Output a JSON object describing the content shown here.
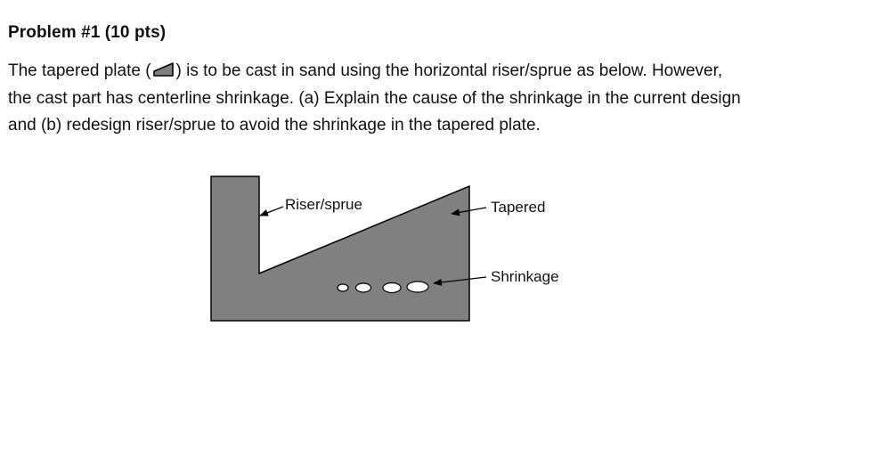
{
  "problem": {
    "title": "Problem #1 (10 pts)",
    "line1_before": "The tapered plate (",
    "line1_after": ") is to be cast in sand using the horizontal riser/sprue as below. However,",
    "line2": "the cast part has centerline shrinkage. (a) Explain the cause of the shrinkage in the current design",
    "line3": "and (b) redesign riser/sprue  to avoid the shrinkage in the tapered plate."
  },
  "figure": {
    "labels": {
      "riser": "Riser/sprue",
      "tapered": "Tapered",
      "shrinkage": "Shrinkage"
    },
    "colors": {
      "part_fill": "#808080",
      "outline": "#000000",
      "void_fill": "#ffffff"
    }
  }
}
